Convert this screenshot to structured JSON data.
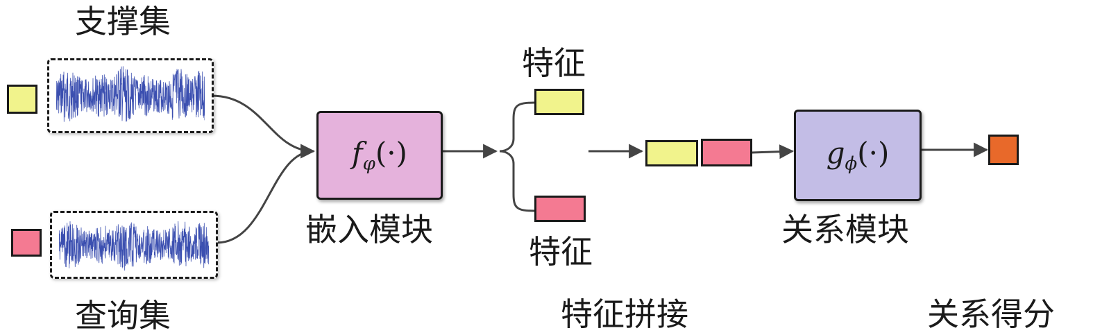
{
  "labels": {
    "support_set": "支撑集",
    "query_set": "查询集",
    "embedding_module": "嵌入模块",
    "feature_top": "特征",
    "feature_bottom": "特征",
    "feature_concat": "特征拼接",
    "relation_module": "关系模块",
    "relation_score": "关系得分"
  },
  "modules": {
    "embedding": {
      "fn": "f",
      "sub": "φ",
      "arg": "(·)"
    },
    "relation": {
      "fn": "g",
      "sub": "ϕ",
      "arg": "(·)"
    }
  },
  "colors": {
    "support_feature": "#f1f38c",
    "query_feature": "#f47a92",
    "embedding_module": "#e5b2dc",
    "relation_module": "#c3bde6",
    "score": "#e8692a",
    "waveform": "#3b4fb0",
    "arrow": "#444444"
  }
}
